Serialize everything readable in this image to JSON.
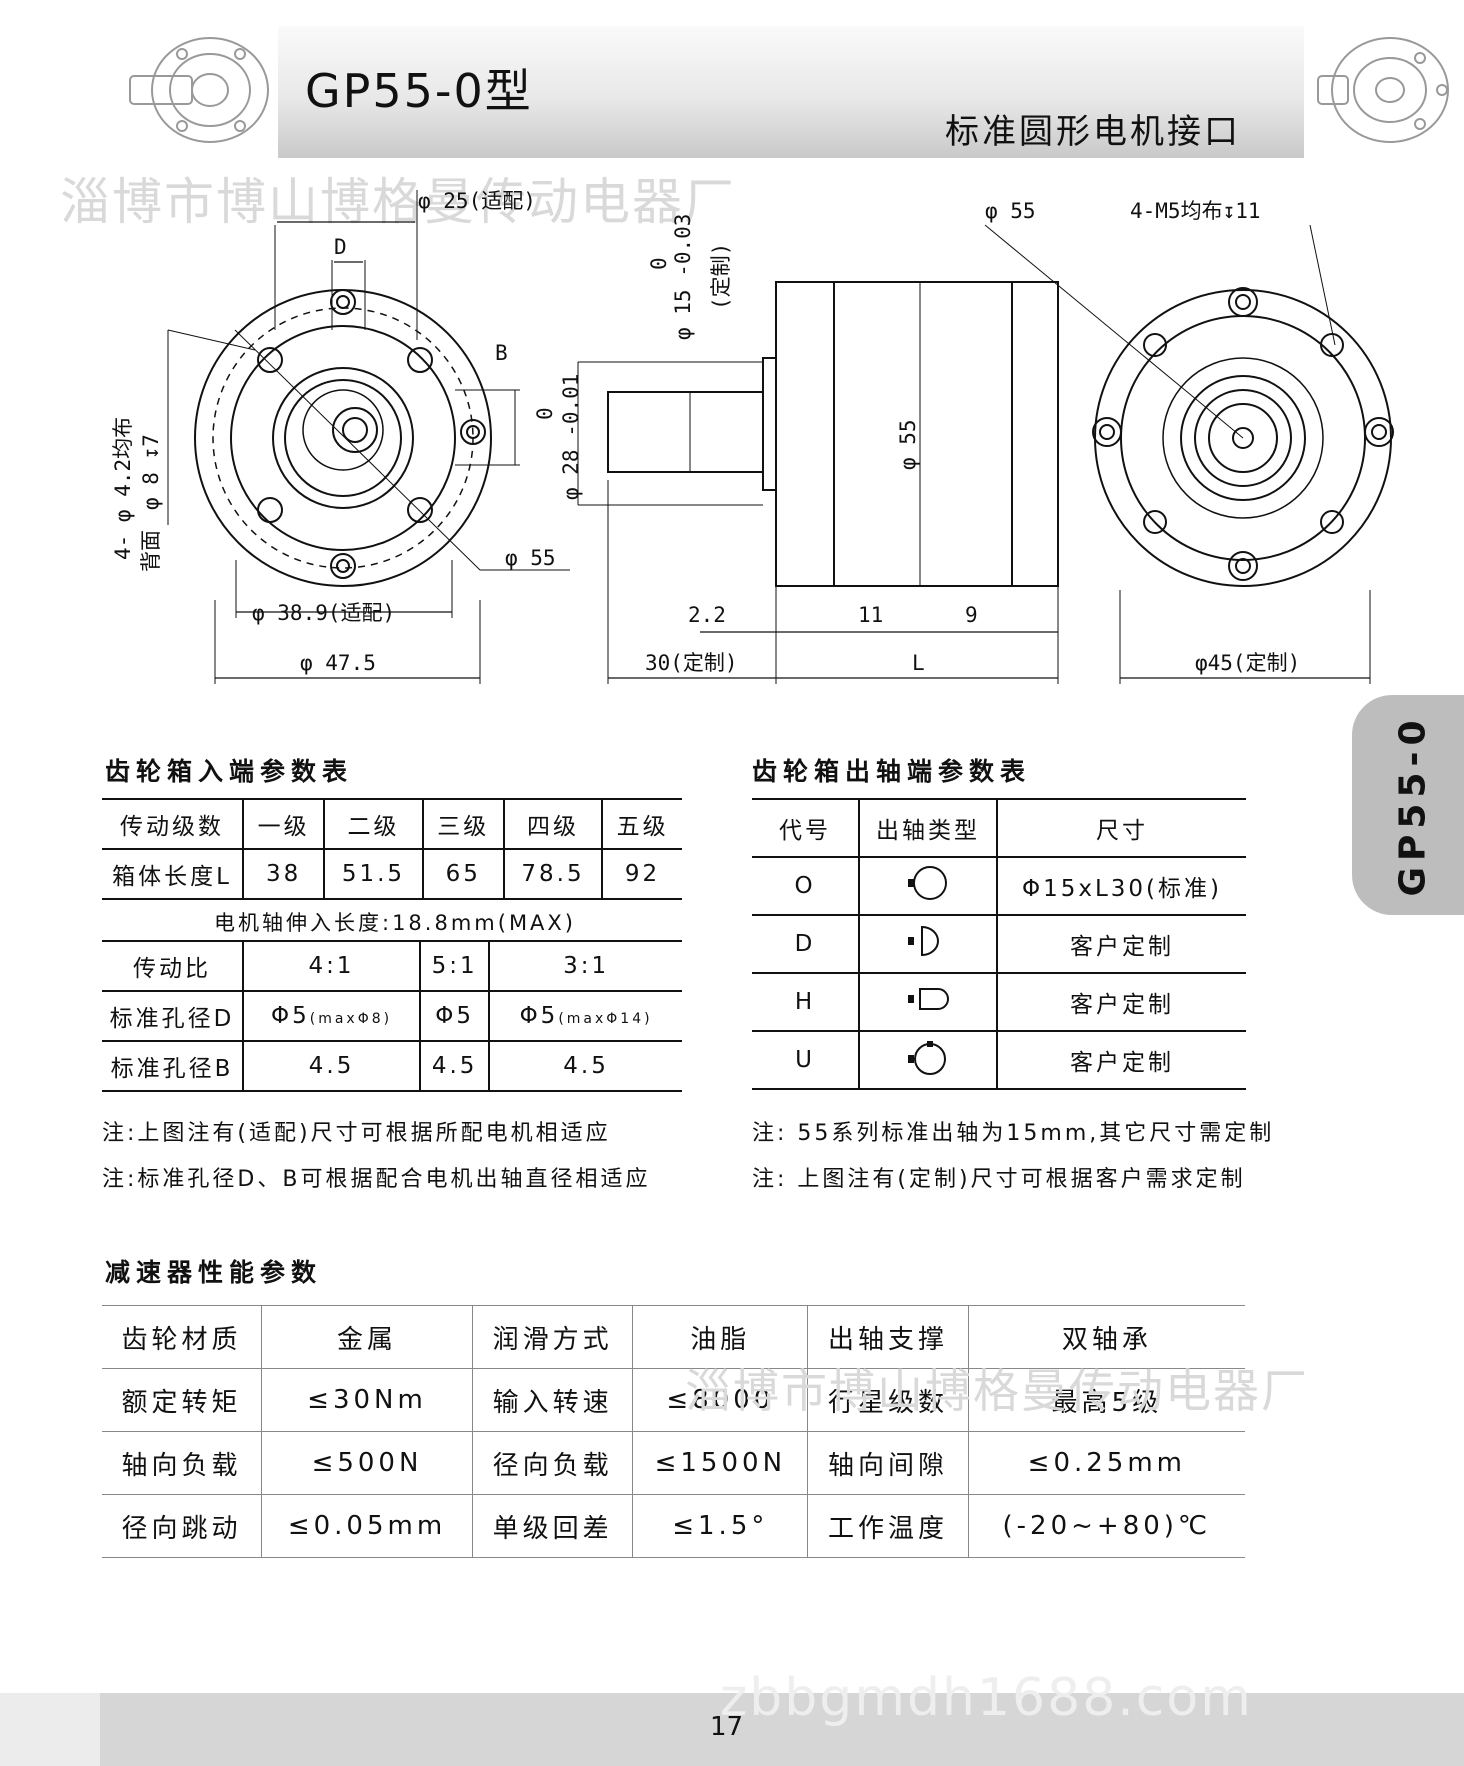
{
  "header": {
    "title": "GP55-0型",
    "subtitle": "标准圆形电机接口"
  },
  "watermark": {
    "company": "淄博市博山博格曼传动电器厂",
    "url": "zbbgmdh1688.com"
  },
  "side_tab": "GP55-0",
  "drawing": {
    "front": {
      "d25": "φ 25(适配)",
      "D": "D",
      "B": "B",
      "holes": "4- φ 4.2均布",
      "d8": "φ 8 ↧7",
      "back": "背面",
      "d55": "φ 55",
      "d389": "φ 38.9(适配)",
      "d475": "φ 47.5"
    },
    "side": {
      "shaft_d15": "φ 15 -0.03",
      "shaft_tol15": "0",
      "custom": "(定制)",
      "d28": "φ 28 -0.01",
      "tol28": "0",
      "d55": "φ 55",
      "len22": "2.2",
      "len11": "11",
      "len9": "9",
      "len30": "30(定制)",
      "L": "L"
    },
    "rear": {
      "d55": "φ 55",
      "thread": "4-M5均布↧11",
      "d45": "φ45(定制)"
    }
  },
  "input_table": {
    "title": "齿轮箱入端参数表",
    "stage_label": "传动级数",
    "stages": [
      "一级",
      "二级",
      "三级",
      "四级",
      "五级"
    ],
    "length_label": "箱体长度L",
    "lengths": [
      "38",
      "51.5",
      "65",
      "78.5",
      "92"
    ],
    "motor_shaft_note": "电机轴伸入长度:18.8mm(MAX)",
    "ratio_label": "传动比",
    "ratios": [
      "4:1",
      "5:1",
      "3:1"
    ],
    "bore_d_label": "标准孔径D",
    "bore_d": [
      {
        "main": "Φ5",
        "note": "(maxΦ8)"
      },
      {
        "main": "Φ5",
        "note": ""
      },
      {
        "main": "Φ5",
        "note": "(maxΦ14)"
      }
    ],
    "bore_b_label": "标准孔径B",
    "bore_b": [
      "4.5",
      "4.5",
      "4.5"
    ],
    "notes": [
      "注:上图注有(适配)尺寸可根据所配电机相适应",
      "注:标准孔径D、B可根据配合电机出轴直径相适应"
    ]
  },
  "output_table": {
    "title": "齿轮箱出轴端参数表",
    "headers": [
      "代号",
      "出轴类型",
      "尺寸"
    ],
    "rows": [
      {
        "code": "O",
        "size": "Φ15xL30(标准)"
      },
      {
        "code": "D",
        "size": "客户定制"
      },
      {
        "code": "H",
        "size": "客户定制"
      },
      {
        "code": "U",
        "size": "客户定制"
      }
    ],
    "notes": [
      "注: 55系列标准出轴为15mm,其它尺寸需定制",
      "注: 上图注有(定制)尺寸可根据客户需求定制"
    ]
  },
  "performance": {
    "title": "减速器性能参数",
    "rows": [
      [
        "齿轮材质",
        "金属",
        "润滑方式",
        "油脂",
        "出轴支撑",
        "双轴承"
      ],
      [
        "额定转矩",
        "≤30Nm",
        "输入转速",
        "≤8000",
        "行星级数",
        "最高5级"
      ],
      [
        "轴向负载",
        "≤500N",
        "径向负载",
        "≤1500N",
        "轴向间隙",
        "≤0.25mm"
      ],
      [
        "径向跳动",
        "≤0.05mm",
        "单级回差",
        "≤1.5°",
        "工作温度",
        "(-20~+80)℃"
      ]
    ]
  },
  "page_number": "17"
}
